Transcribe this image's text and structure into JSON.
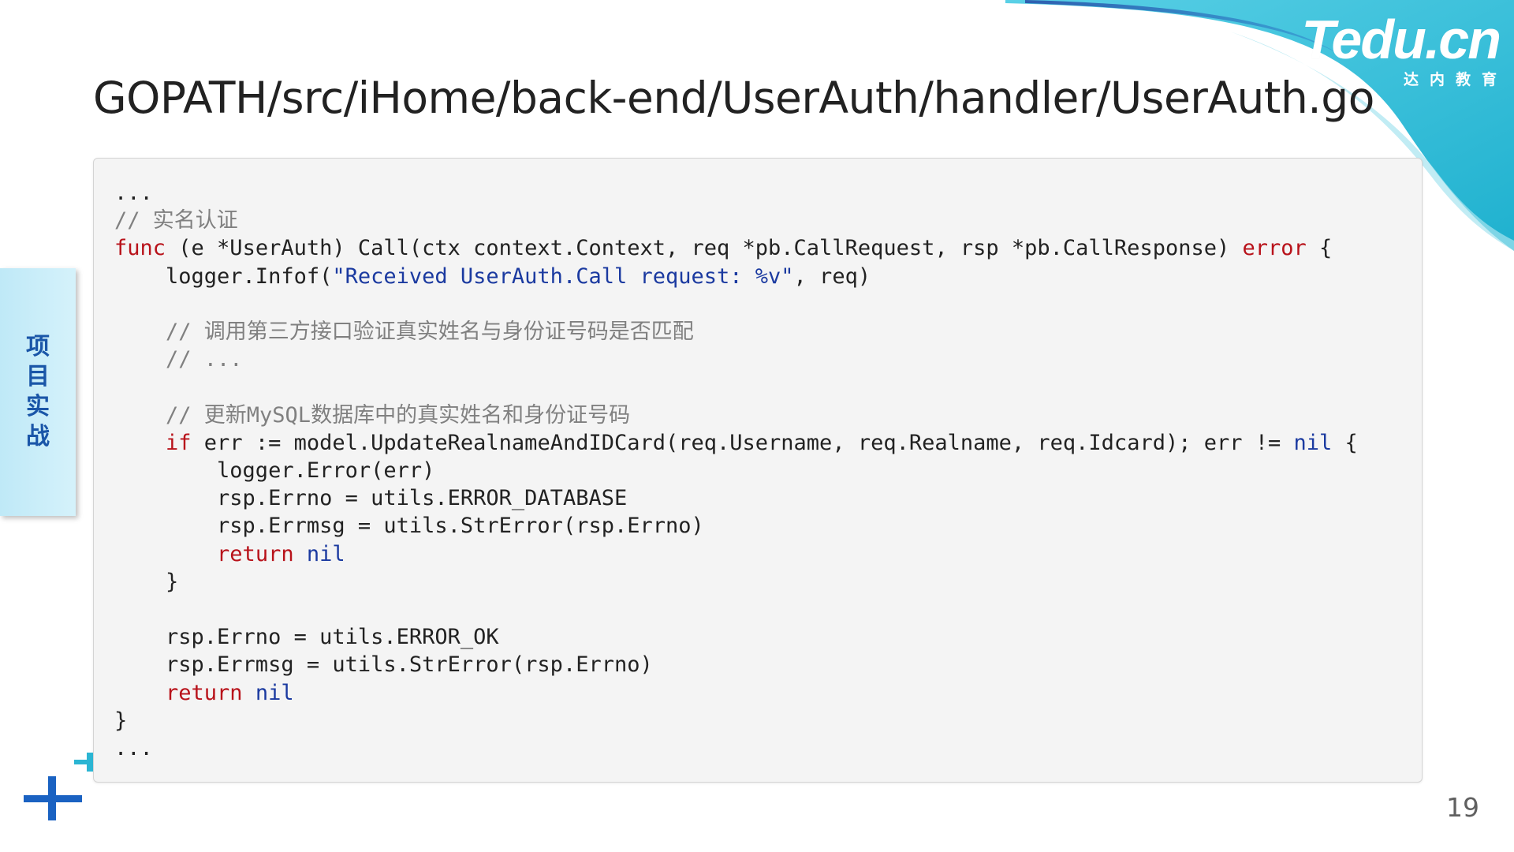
{
  "header": {
    "title": "GOPATH/src/iHome/back-end/UserAuth/handler/UserAuth.go"
  },
  "logo": {
    "main": "Tedu.cn",
    "sub": "达内教育"
  },
  "sidebar": {
    "tab_chars": [
      "项",
      "目",
      "实",
      "战"
    ]
  },
  "code": {
    "lines": [
      [
        {
          "t": "...",
          "c": "pl"
        }
      ],
      [
        {
          "t": "// 实名认证",
          "c": "cm"
        }
      ],
      [
        {
          "t": "func",
          "c": "kw"
        },
        {
          "t": " (e *UserAuth) Call(ctx context.Context, req *pb.CallRequest, rsp *pb.CallResponse) ",
          "c": "pl"
        },
        {
          "t": "error",
          "c": "kw"
        },
        {
          "t": " {",
          "c": "pl"
        }
      ],
      [
        {
          "t": "    logger.Infof(",
          "c": "pl"
        },
        {
          "t": "\"Received UserAuth.Call request: %v\"",
          "c": "bl"
        },
        {
          "t": ", req)",
          "c": "pl"
        }
      ],
      [
        {
          "t": "",
          "c": "pl"
        }
      ],
      [
        {
          "t": "    // 调用第三方接口验证真实姓名与身份证号码是否匹配",
          "c": "cm"
        }
      ],
      [
        {
          "t": "    // ...",
          "c": "cm"
        }
      ],
      [
        {
          "t": "",
          "c": "pl"
        }
      ],
      [
        {
          "t": "    // 更新MySQL数据库中的真实姓名和身份证号码",
          "c": "cm"
        }
      ],
      [
        {
          "t": "    ",
          "c": "pl"
        },
        {
          "t": "if",
          "c": "kw"
        },
        {
          "t": " err := model.UpdateRealnameAndIDCard(req.Username, req.Realname, req.Idcard); err != ",
          "c": "pl"
        },
        {
          "t": "nil",
          "c": "bl"
        },
        {
          "t": " {",
          "c": "pl"
        }
      ],
      [
        {
          "t": "        logger.Error(err)",
          "c": "pl"
        }
      ],
      [
        {
          "t": "        rsp.Errno = utils.ERROR_DATABASE",
          "c": "pl"
        }
      ],
      [
        {
          "t": "        rsp.Errmsg = utils.StrError(rsp.Errno)",
          "c": "pl"
        }
      ],
      [
        {
          "t": "        ",
          "c": "pl"
        },
        {
          "t": "return",
          "c": "kw"
        },
        {
          "t": " ",
          "c": "pl"
        },
        {
          "t": "nil",
          "c": "bl"
        }
      ],
      [
        {
          "t": "    }",
          "c": "pl"
        }
      ],
      [
        {
          "t": "",
          "c": "pl"
        }
      ],
      [
        {
          "t": "    rsp.Errno = utils.ERROR_OK",
          "c": "pl"
        }
      ],
      [
        {
          "t": "    rsp.Errmsg = utils.StrError(rsp.Errno)",
          "c": "pl"
        }
      ],
      [
        {
          "t": "    ",
          "c": "pl"
        },
        {
          "t": "return",
          "c": "kw"
        },
        {
          "t": " ",
          "c": "pl"
        },
        {
          "t": "nil",
          "c": "bl"
        }
      ],
      [
        {
          "t": "}",
          "c": "pl"
        }
      ],
      [
        {
          "t": "...",
          "c": "pl"
        }
      ]
    ]
  },
  "footer": {
    "page_number": "19"
  },
  "colors": {
    "keyword": "#b8121a",
    "string_literal": "#1b3aa0",
    "comment": "#808080",
    "accent_blue": "#1a56a8",
    "accent_teal": "#2bb5d3",
    "sidebar_bg": "#c9eef9"
  },
  "icons": {
    "corner_plus": "plus-icon",
    "small_plus": "plus-icon"
  }
}
